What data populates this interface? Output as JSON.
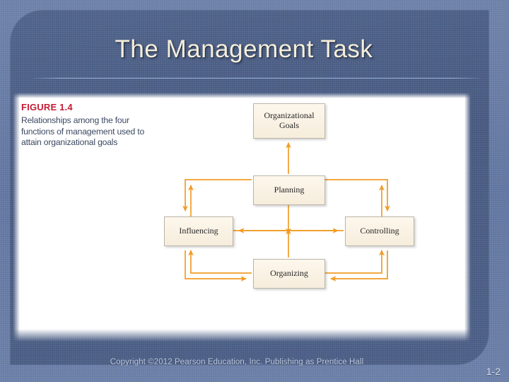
{
  "slide": {
    "title": "The Management Task",
    "theme": {
      "outer_background": "#64789f",
      "panel_background": "#4a5d85",
      "title_color": "#f3eeda",
      "rule_color": "#a0b9e1",
      "content_background": "#ffffff",
      "figure_label_color": "#c3142e",
      "arrow_color": "#f0981e",
      "node_fill": "#f8efe0",
      "node_border": "#b9b3a6"
    }
  },
  "figure": {
    "label": "FIGURE 1.4",
    "caption": "Relationships among the four functions of management used to attain organizational goals"
  },
  "diagram": {
    "type": "flow",
    "nodes": [
      {
        "id": "goals",
        "label": "Organizational\nGoals",
        "line1": "Organizational",
        "line2": "Goals"
      },
      {
        "id": "planning",
        "label": "Planning"
      },
      {
        "id": "influencing",
        "label": "Influencing"
      },
      {
        "id": "controlling",
        "label": "Controlling"
      },
      {
        "id": "organizing",
        "label": "Organizing"
      }
    ],
    "edges": [
      {
        "from": "planning",
        "to": "goals",
        "direction": "one-way"
      },
      {
        "from": "planning",
        "to": "organizing",
        "direction": "two-way"
      },
      {
        "from": "influencing",
        "to": "controlling",
        "direction": "two-way"
      },
      {
        "from": "influencing",
        "to": "planning",
        "direction": "one-way"
      },
      {
        "from": "planning",
        "to": "influencing",
        "direction": "one-way"
      },
      {
        "from": "controlling",
        "to": "planning",
        "direction": "one-way"
      },
      {
        "from": "planning",
        "to": "controlling",
        "direction": "one-way"
      },
      {
        "from": "influencing",
        "to": "organizing",
        "direction": "one-way"
      },
      {
        "from": "organizing",
        "to": "influencing",
        "direction": "one-way"
      },
      {
        "from": "controlling",
        "to": "organizing",
        "direction": "one-way"
      },
      {
        "from": "organizing",
        "to": "controlling",
        "direction": "one-way"
      }
    ]
  },
  "footer": {
    "copyright": "Copyright ©2012 Pearson Education, Inc. Publishing as Prentice Hall",
    "slide_number": "1-2"
  }
}
